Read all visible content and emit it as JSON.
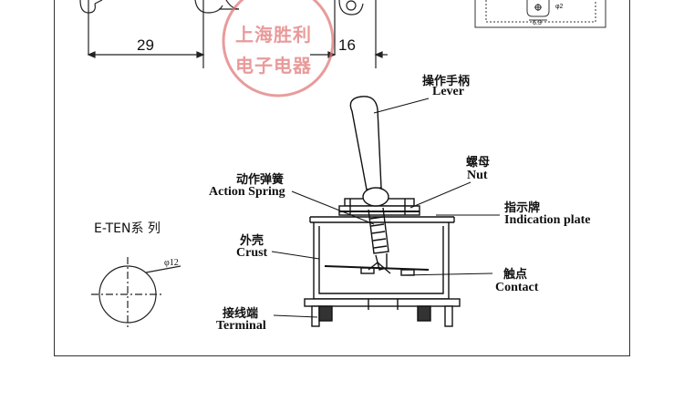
{
  "dimensions": {
    "left_width": "29",
    "right_width": "16",
    "inset_w": "6.3",
    "inset_d": "φ2"
  },
  "watermark": {
    "line1": "上海胜利",
    "line2": "电子电器"
  },
  "series_label": "E-TEN系 列",
  "hole_label": "φ12",
  "parts": {
    "lever": {
      "cn": "操作手柄",
      "en": "Lever"
    },
    "nut": {
      "cn": "螺母",
      "en": "Nut"
    },
    "action_spring": {
      "cn": "动作弹簧",
      "en": "Action Spring"
    },
    "indication_plate": {
      "cn": "指示牌",
      "en": "Indication plate"
    },
    "crust": {
      "cn": "外壳",
      "en": "Crust"
    },
    "contact": {
      "cn": "触点",
      "en": "Contact"
    },
    "terminal": {
      "cn": "接线端",
      "en": "Terminal"
    }
  },
  "colors": {
    "line": "#222222",
    "watermark": "#e07a7a"
  }
}
